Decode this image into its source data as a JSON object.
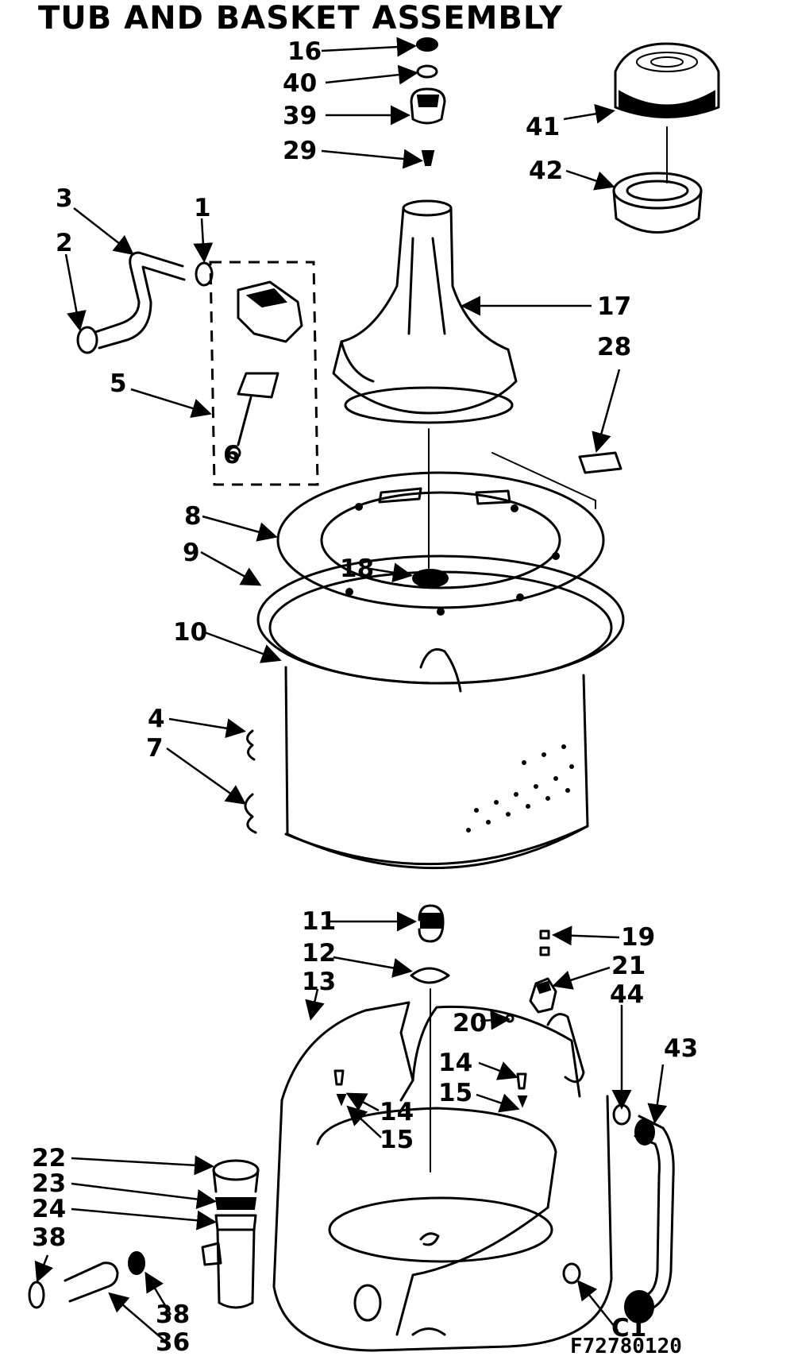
{
  "title": "TUB AND BASKET ASSEMBLY",
  "drawing_code": "F72780120",
  "labels": {
    "l1": "1",
    "l2": "2",
    "l3": "3",
    "l4": "4",
    "l5": "5",
    "l6": "6",
    "l7": "7",
    "l8": "8",
    "l9": "9",
    "l10": "10",
    "l11": "11",
    "l12": "12",
    "l13": "13",
    "l14a": "14",
    "l14b": "14",
    "l15a": "15",
    "l15b": "15",
    "l16": "16",
    "l17": "17",
    "l18": "18",
    "l19": "19",
    "l20": "20",
    "l21": "21",
    "l22": "22",
    "l23": "23",
    "l24": "24",
    "l28": "28",
    "l29": "29",
    "l36": "36",
    "l38a": "38",
    "l38b": "38",
    "l39": "39",
    "l40": "40",
    "l41": "41",
    "l42": "42",
    "l43": "43",
    "l44": "44",
    "lc1": "C1"
  }
}
